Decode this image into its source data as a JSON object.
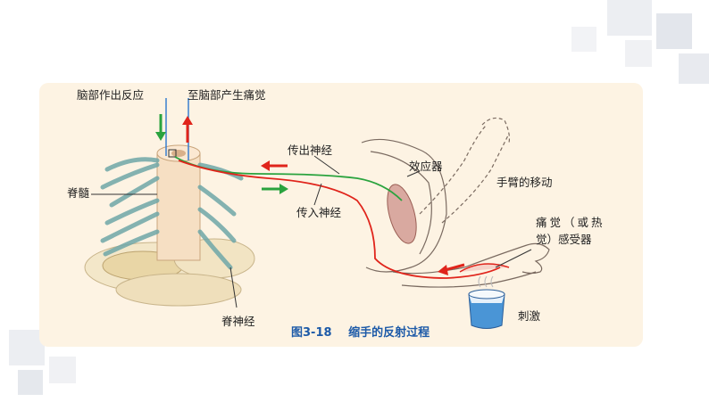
{
  "labels": {
    "brain_response": "脑部作出反应",
    "to_brain_pain": "至脑部产生痛觉",
    "efferent_nerve": "传出神经",
    "effector": "效应器",
    "arm_movement": "手臂的移动",
    "spinal_cord": "脊髓",
    "afferent_nerve": "传入神经",
    "receptor_line1": "痛觉（或热",
    "receptor_line2": "觉）感受器",
    "spinal_nerve": "脊神经",
    "stimulus": "刺激"
  },
  "caption": {
    "number": "图3-18",
    "title": "缩手的反射过程"
  },
  "colors": {
    "panel": "#fdf3e3",
    "afferent": "#e0241b",
    "efferent": "#2aa33e",
    "label_text": "#222222",
    "caption": "#1d5aa8"
  },
  "icons": [
    "green-down-arrow-icon",
    "red-up-arrow-icon",
    "red-left-arrow-icon",
    "green-right-arrow-icon",
    "hot-cup-icon"
  ]
}
